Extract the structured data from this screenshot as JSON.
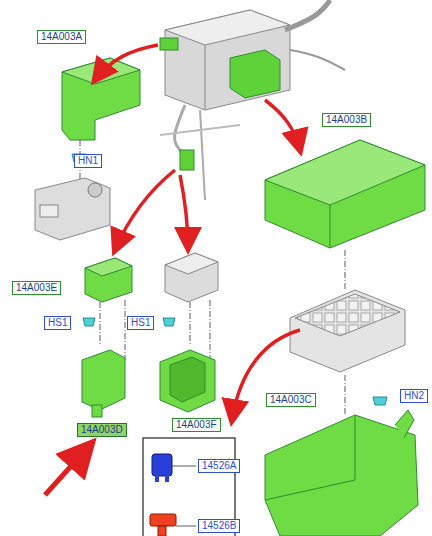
{
  "diagram": {
    "labels": [
      "14A003A",
      "HN1",
      "14A003B",
      "14A003E",
      "HS1",
      "HS1",
      "14A003D",
      "14A003F",
      "14A003C",
      "HN2",
      "14526A",
      "14526B"
    ]
  }
}
